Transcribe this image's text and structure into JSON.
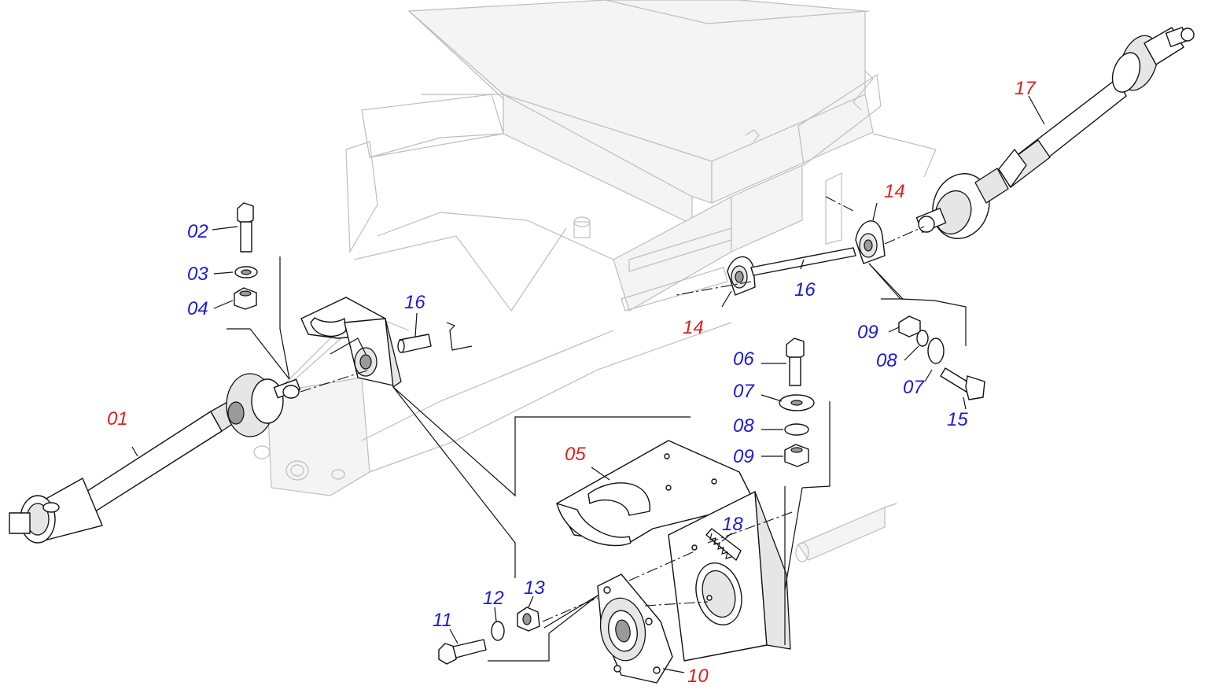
{
  "colors": {
    "main_part": "#e31e1e",
    "hardware": "#1a1ad6",
    "line": "#111111",
    "frame": "#bdbdbd"
  },
  "labels": {
    "p01": "01",
    "p02": "02",
    "p03": "03",
    "p04": "04",
    "p05": "05",
    "p06": "06",
    "p07a": "07",
    "p07b": "07",
    "p08a": "08",
    "p08b": "08",
    "p09a": "09",
    "p09b": "09",
    "p10": "10",
    "p11": "11",
    "p12": "12",
    "p13": "13",
    "p14a": "14",
    "p14b": "14",
    "p15": "15",
    "p16a": "16",
    "p16b": "16",
    "p17": "17",
    "p18": "18"
  }
}
